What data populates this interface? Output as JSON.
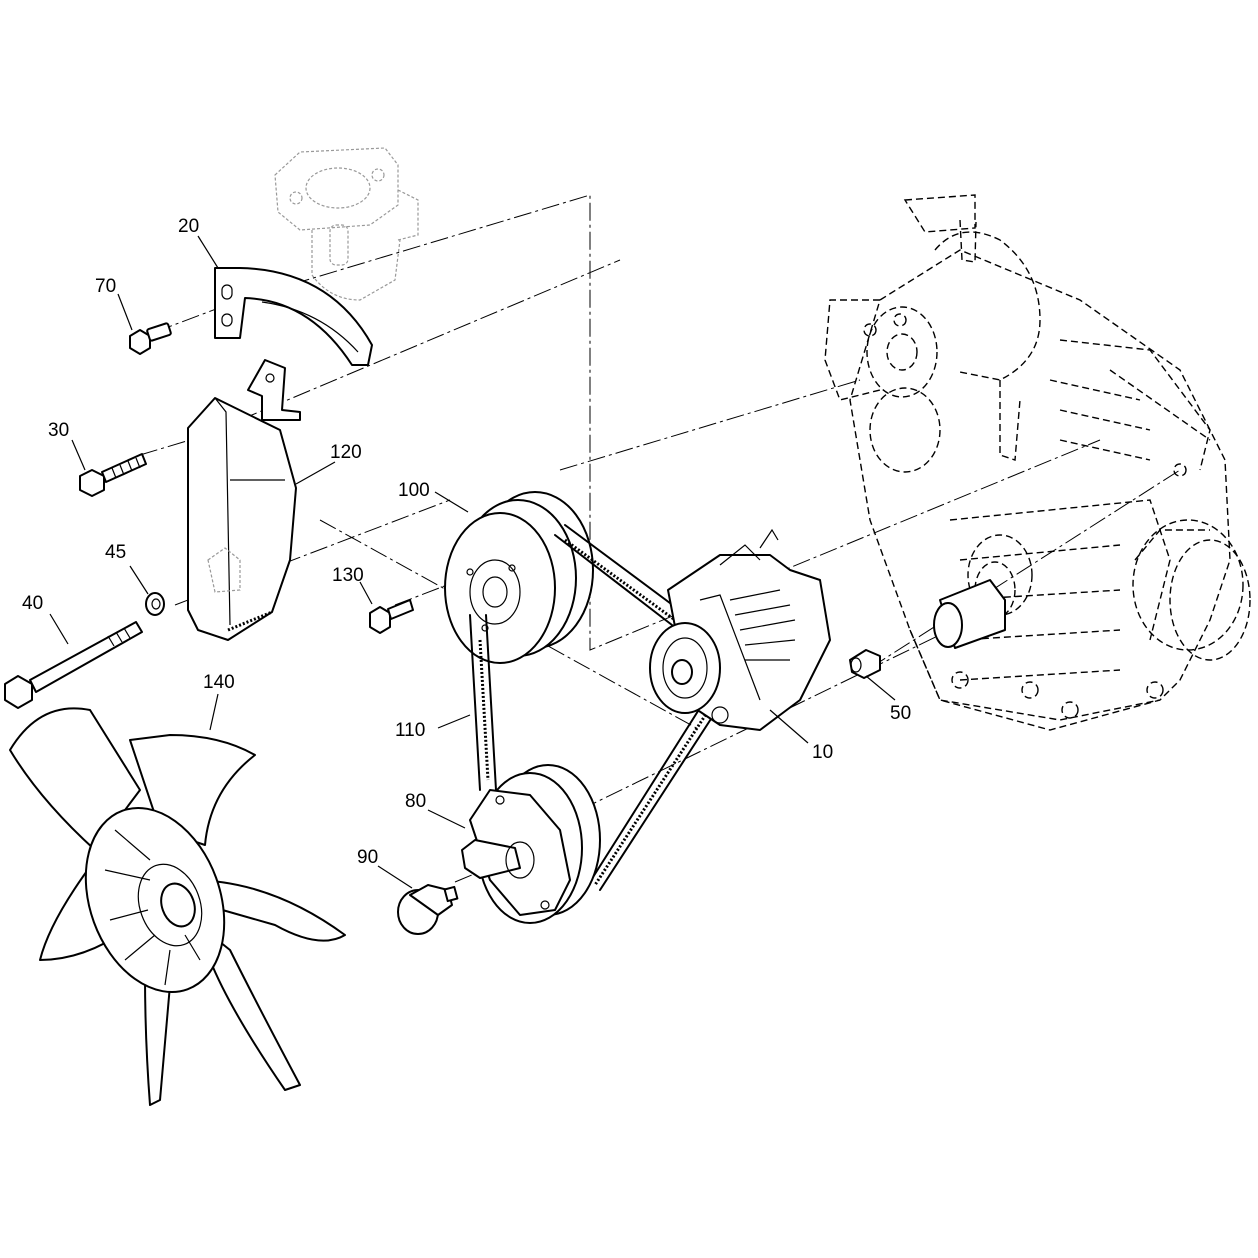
{
  "callouts": [
    "20",
    "70",
    "30",
    "120",
    "100",
    "45",
    "130",
    "40",
    "140",
    "110",
    "10",
    "50",
    "80",
    "90"
  ]
}
